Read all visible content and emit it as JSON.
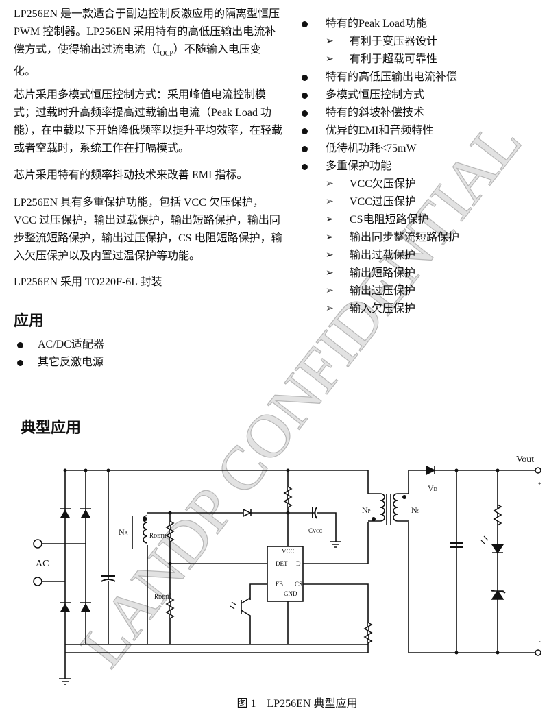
{
  "description": {
    "p1_a": "LP256EN 是一款适合于副边控制反激应用的隔离型恒压 PWM 控制器。LP256EN 采用特有的高低压输出电流补偿方式，使得输出过流电流（I",
    "p1_sub": "OCP",
    "p1_b": "）不随输入电压变化。",
    "p2": "芯片采用多模式恒压控制方式：采用峰值电流控制模式；过载时升高频率提高过载输出电流（Peak Load 功能），在中载以下开始降低频率以提升平均效率，在轻载或者空载时，系统工作在打嗝模式。",
    "p3": "芯片采用特有的频率抖动技术来改善 EMI 指标。",
    "p4": "LP256EN 具有多重保护功能，包括 VCC 欠压保护，VCC 过压保护，输出过载保护，输出短路保护，输出同步整流短路保护，输出过压保护，CS 电阻短路保护，输入欠压保护以及内置过温保护等功能。",
    "p5": "LP256EN 采用 TO220F-6L 封装"
  },
  "features": [
    {
      "level": 1,
      "text": "特有的Peak Load功能"
    },
    {
      "level": 2,
      "text": "有利于变压器设计"
    },
    {
      "level": 2,
      "text": "有利于超载可靠性"
    },
    {
      "level": 1,
      "text": "特有的高低压输出电流补偿"
    },
    {
      "level": 1,
      "text": "多模式恒压控制方式"
    },
    {
      "level": 1,
      "text": "特有的斜坡补偿技术"
    },
    {
      "level": 1,
      "text": "优异的EMI和音频特性"
    },
    {
      "level": 1,
      "text": "低待机功耗<75mW"
    },
    {
      "level": 1,
      "text": "多重保护功能"
    },
    {
      "level": 2,
      "text": "VCC欠压保护"
    },
    {
      "level": 2,
      "text": "VCC过压保护"
    },
    {
      "level": 2,
      "text": "CS电阻短路保护"
    },
    {
      "level": 2,
      "text": "输出同步整流短路保护"
    },
    {
      "level": 2,
      "text": "输出过载保护"
    },
    {
      "level": 2,
      "text": "输出短路保护"
    },
    {
      "level": 2,
      "text": "输出过压保护"
    },
    {
      "level": 2,
      "text": "输入欠压保护"
    }
  ],
  "applications": {
    "heading": "应用",
    "items": [
      "AC/DC适配器",
      "其它反激电源"
    ]
  },
  "typical": {
    "heading": "典型应用",
    "caption": "图 1　LP256EN 典型应用",
    "labels": {
      "ac": "AC",
      "na": "N",
      "na_sub": "A",
      "rdeth": "R",
      "rdeth_sub": "DETH",
      "rdetl": "R",
      "rdetl_sub": "DETL",
      "cvcc": "C",
      "cvcc_sub": "VCC",
      "vcc": "VCC",
      "det": "DET",
      "d": "D",
      "fb": "FB",
      "cs": "CS",
      "gnd": "GND",
      "np": "N",
      "np_sub": "P",
      "ns": "N",
      "ns_sub": "S",
      "vd": "V",
      "vd_sub": "D",
      "vout": "Vout",
      "plus": "+",
      "minus": "-"
    }
  },
  "watermark": "LANDP CONFIDENTIAL"
}
